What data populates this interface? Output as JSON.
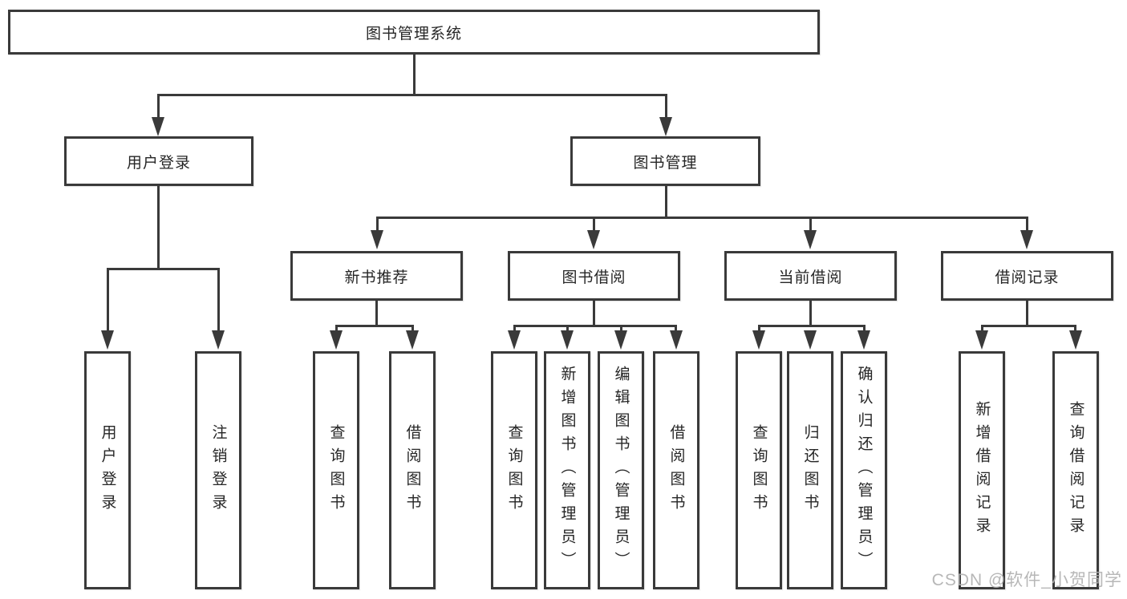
{
  "diagram": {
    "title": "图书管理系统",
    "level2": {
      "user_login": {
        "label": "用户登录",
        "children": [
          "用户登录",
          "注销登录"
        ]
      },
      "book_management": {
        "label": "图书管理",
        "sections": [
          {
            "label": "新书推荐",
            "children": [
              "查询图书",
              "借阅图书"
            ]
          },
          {
            "label": "图书借阅",
            "children": [
              "查询图书",
              "新增图书（管理员）",
              "编辑图书（管理员）",
              "借阅图书"
            ]
          },
          {
            "label": "当前借阅",
            "children": [
              "查询图书",
              "归还图书",
              "确认归还（管理员）"
            ]
          },
          {
            "label": "借阅记录",
            "children": [
              "新增借阅记录",
              "查询借阅记录"
            ]
          }
        ]
      }
    },
    "colors": {
      "line": "#3a3a3a",
      "text": "#262626",
      "background": "#ffffff",
      "watermark": "#b0b0b0"
    },
    "watermark": "CSDN @软件_小贺同学"
  }
}
